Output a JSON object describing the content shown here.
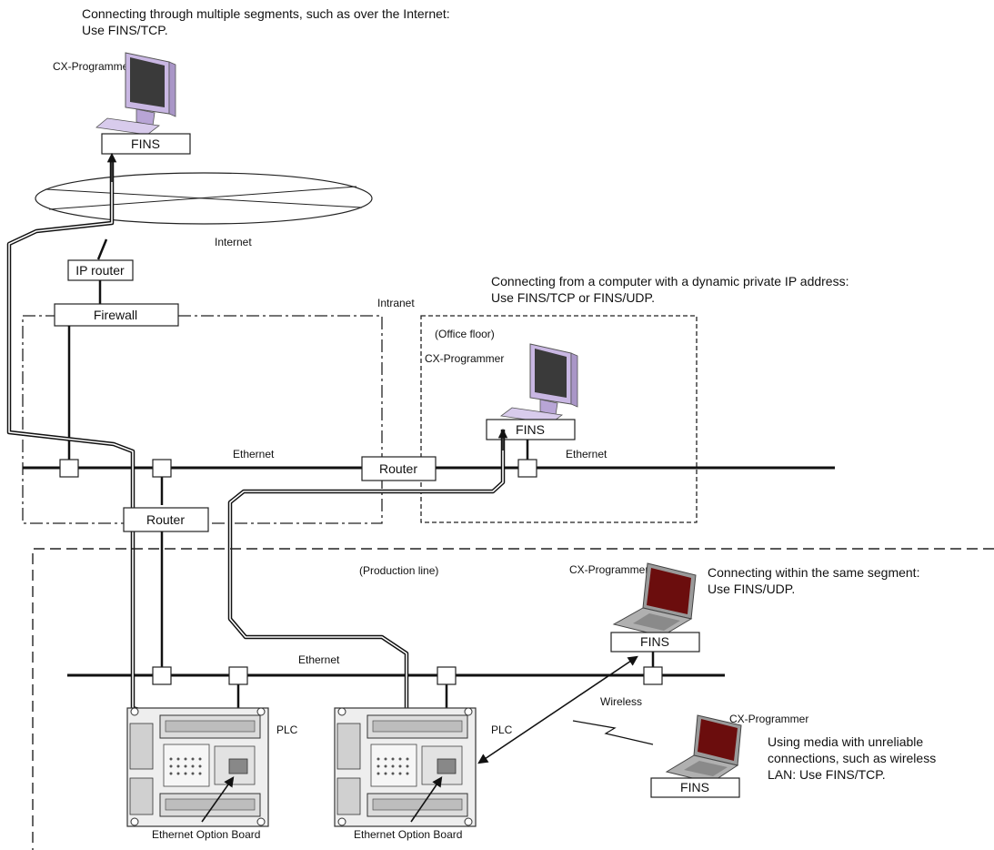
{
  "notes": {
    "internet": [
      "Connecting through multiple segments, such as over the Internet:",
      "Use FINS/TCP."
    ],
    "dynamic_ip": [
      "Connecting from a computer with a dynamic private IP address:",
      "Use FINS/TCP or FINS/UDP."
    ],
    "same_segment": [
      "Connecting within the same segment:",
      "Use FINS/UDP."
    ],
    "wireless": [
      "Using media with unreliable",
      "connections, such as wireless",
      "LAN: Use FINS/TCP."
    ]
  },
  "labels": {
    "cx_programmer": "CX-Programmer",
    "fins": "FINS",
    "internet": "Internet",
    "ip_router": "IP router",
    "firewall": "Firewall",
    "intranet": "Intranet",
    "office_floor": "(Office floor)",
    "ethernet": "Ethernet",
    "router": "Router",
    "production_line": "(Production line)",
    "plc": "PLC",
    "wireless": "Wireless",
    "ethernet_option_board": "Ethernet Option Board"
  },
  "colors": {
    "desktop_body": "#c9b7e3",
    "desktop_screen": "#3a3a3a",
    "laptop_body": "#9a9a9a",
    "laptop_screen": "#6b0d0d",
    "plc_body": "#eeeeee"
  }
}
